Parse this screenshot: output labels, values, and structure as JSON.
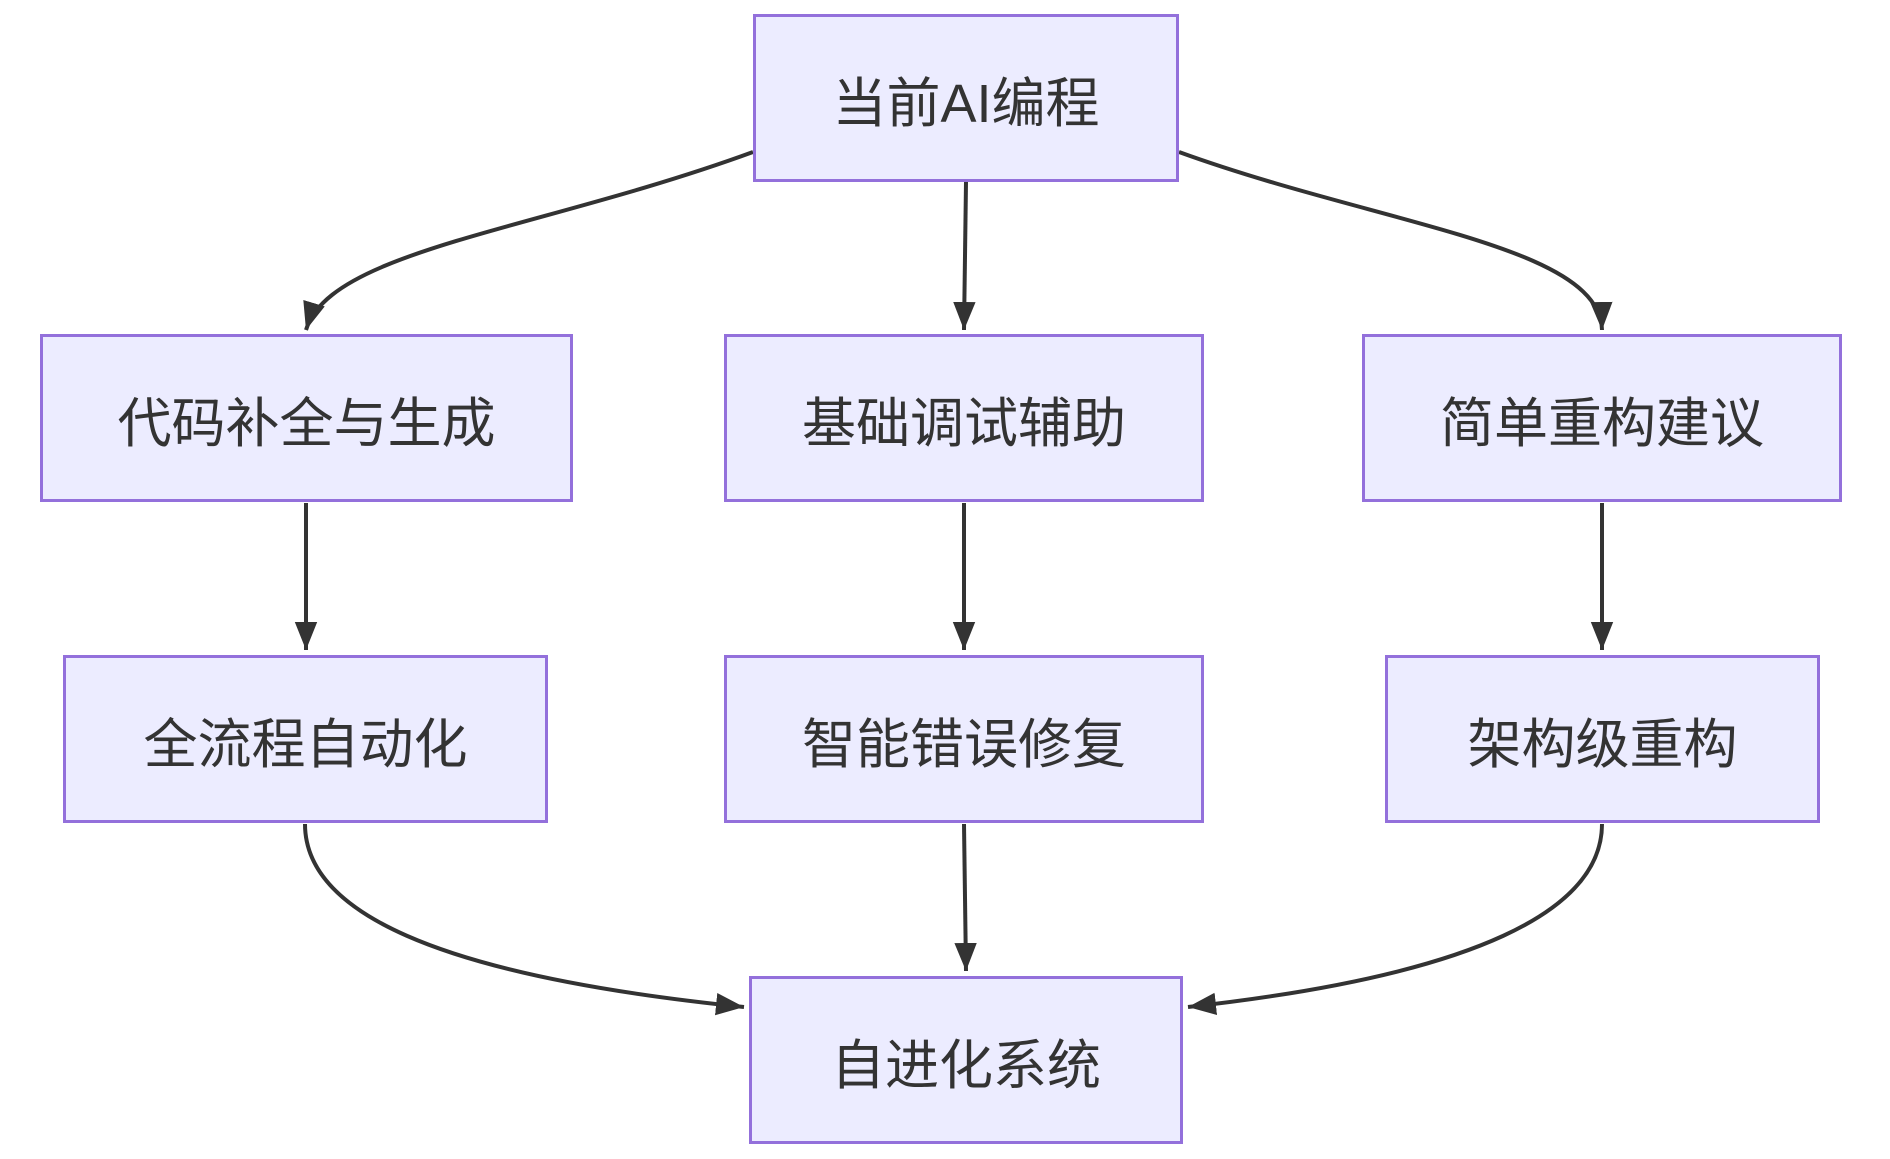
{
  "diagram": {
    "type": "flowchart",
    "background": "#FFFFFF",
    "node_fill": "#ECECFF",
    "node_border": "#9370DB",
    "edge_color": "#333333",
    "text_color": "#333333",
    "nodes": [
      {
        "id": "current-ai-programming",
        "label": "当前AI编程"
      },
      {
        "id": "code-completion-and-generation",
        "label": "代码补全与生成"
      },
      {
        "id": "basic-debugging-assistance",
        "label": "基础调试辅助"
      },
      {
        "id": "simple-refactoring-suggestions",
        "label": "简单重构建议"
      },
      {
        "id": "full-workflow-automation",
        "label": "全流程自动化"
      },
      {
        "id": "intelligent-error-fixing",
        "label": "智能错误修复"
      },
      {
        "id": "architecture-level-refactoring",
        "label": "架构级重构"
      },
      {
        "id": "self-evolving-system",
        "label": "自进化系统"
      }
    ],
    "edges": [
      {
        "from": "current-ai-programming",
        "to": "code-completion-and-generation"
      },
      {
        "from": "current-ai-programming",
        "to": "basic-debugging-assistance"
      },
      {
        "from": "current-ai-programming",
        "to": "simple-refactoring-suggestions"
      },
      {
        "from": "code-completion-and-generation",
        "to": "full-workflow-automation"
      },
      {
        "from": "basic-debugging-assistance",
        "to": "intelligent-error-fixing"
      },
      {
        "from": "simple-refactoring-suggestions",
        "to": "architecture-level-refactoring"
      },
      {
        "from": "full-workflow-automation",
        "to": "self-evolving-system"
      },
      {
        "from": "intelligent-error-fixing",
        "to": "self-evolving-system"
      },
      {
        "from": "architecture-level-refactoring",
        "to": "self-evolving-system"
      }
    ]
  }
}
